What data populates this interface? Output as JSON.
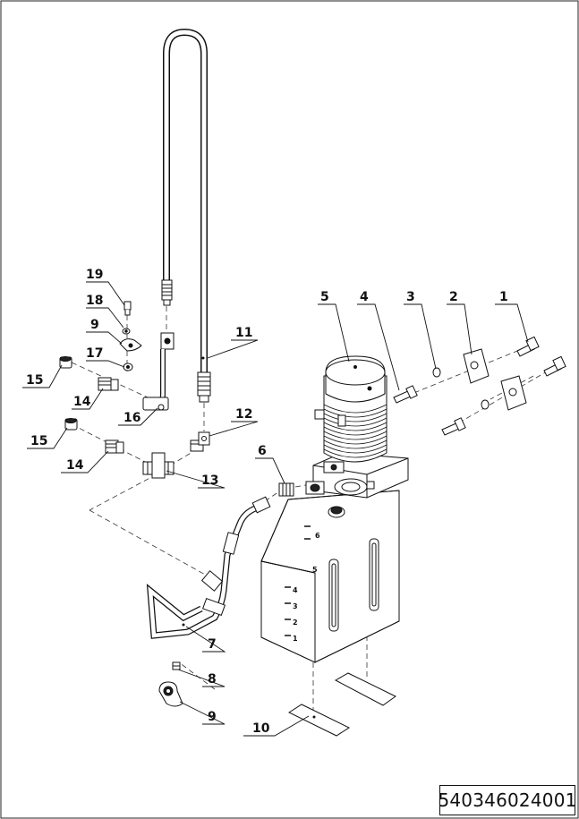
{
  "drawing": {
    "part_number": "540346024001",
    "callouts": [
      {
        "id": "c19",
        "text": "19"
      },
      {
        "id": "c18",
        "text": "18"
      },
      {
        "id": "c9a",
        "text": "9"
      },
      {
        "id": "c17",
        "text": "17"
      },
      {
        "id": "c15a",
        "text": "15"
      },
      {
        "id": "c14a",
        "text": "14"
      },
      {
        "id": "c16",
        "text": "16"
      },
      {
        "id": "c11",
        "text": "11"
      },
      {
        "id": "c12",
        "text": "12"
      },
      {
        "id": "c15b",
        "text": "15"
      },
      {
        "id": "c14b",
        "text": "14"
      },
      {
        "id": "c13",
        "text": "13"
      },
      {
        "id": "c5",
        "text": "5"
      },
      {
        "id": "c4",
        "text": "4"
      },
      {
        "id": "c3",
        "text": "3"
      },
      {
        "id": "c2",
        "text": "2"
      },
      {
        "id": "c1",
        "text": "1"
      },
      {
        "id": "c6",
        "text": "6"
      },
      {
        "id": "c7",
        "text": "7"
      },
      {
        "id": "c8",
        "text": "8"
      },
      {
        "id": "c9b",
        "text": "9"
      },
      {
        "id": "c10",
        "text": "10"
      }
    ],
    "tank_level_marks": [
      "6",
      "5",
      "4",
      "3",
      "2",
      "1"
    ]
  }
}
